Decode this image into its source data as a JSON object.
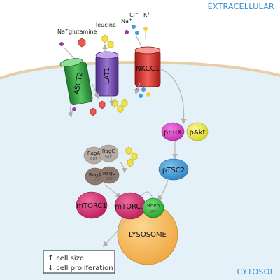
{
  "regions": {
    "extracellular": "EXTRACELLULAR",
    "cytosol": "CYTOSOL"
  },
  "ions": {
    "na_left": "Na",
    "na_left_charge": "+",
    "glutamine": "glutamine",
    "leucine": "leucine",
    "na_right": "Na",
    "na_right_charge": "+",
    "cl": "Cl",
    "cl_charge": "−",
    "k": "K",
    "k_charge": "+"
  },
  "transporters": {
    "asct2": "ASCT2",
    "lat1": "LAT1",
    "nkcc1": "NKCC1"
  },
  "kinases": {
    "perk": "pERK",
    "pakt": "pAkt",
    "ptsc2": "pTSC2"
  },
  "rag": {
    "raga_inactive": "RagA",
    "raga_inactive_nuc": "GDP",
    "ragc_inactive": "RagC",
    "ragc_inactive_nuc": "GTP",
    "raga_active": "RagA",
    "raga_active_nuc": "GTP",
    "ragc_active": "RagC",
    "ragc_active_nuc": "GDP"
  },
  "complexes": {
    "mtorc1_free": "mTORC1",
    "mtorc1_bound": "mTORC1",
    "rheb": "Rheb",
    "rheb_nuc": "GTP",
    "lysosome": "LYSOSOME"
  },
  "outcomes": {
    "up_arrow": "↑",
    "cell_size": "cell size",
    "down_arrow": "↓",
    "cell_proliferation": "cell proliferation"
  },
  "colors": {
    "extracellular_bg": "#ffffff",
    "cytosol_bg": "#e4f1f9",
    "membrane": "#e6cfa8",
    "asct2": "#3aa648",
    "lat1": "#7a55b3",
    "nkcc1": "#e0312d",
    "perk": "#dd3fc8",
    "pakt": "#ecea3c",
    "ptsc2": "#3f97d6",
    "mtorc1": "#cf2a69",
    "rheb": "#34c03a",
    "lysosome": "#f3b556",
    "rag_inactive": "#b7aba2",
    "rag_active": "#8e7a6c",
    "na_particle": "#9a3aa4",
    "glutamine_particle": "#e85a52",
    "leucine_particle": "#f2e24a",
    "cl_particle": "#3f9fe0",
    "k_particle": "#f2d232"
  }
}
